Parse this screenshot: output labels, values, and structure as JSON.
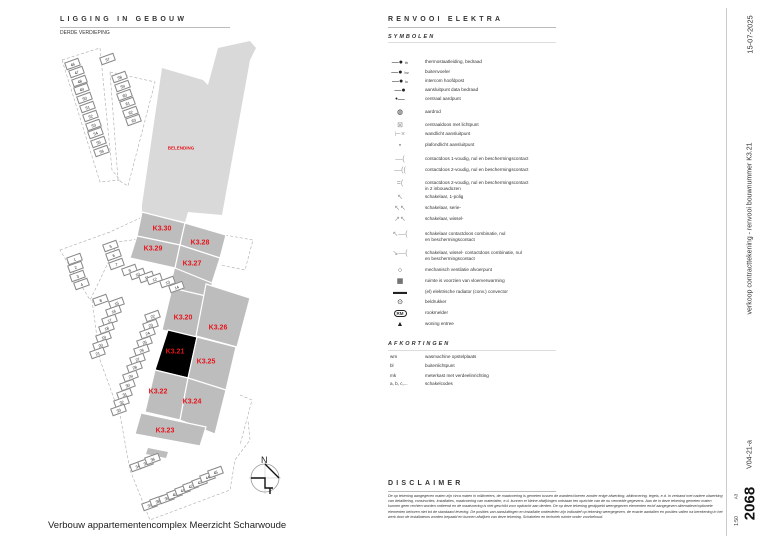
{
  "location": {
    "title": "LIGGING IN GEBOUW",
    "floor": "DERDE VERDIEPING",
    "surrounding_label": "BELENDING",
    "north_label": "N",
    "storage_labels": [
      "46",
      "47",
      "48",
      "49",
      "50",
      "51",
      "52",
      "53",
      "54",
      "55",
      "56",
      "57",
      "58",
      "59",
      "60",
      "61",
      "62",
      "63",
      "1",
      "2",
      "3",
      "4",
      "5",
      "6",
      "7",
      "9",
      "10",
      "11",
      "12",
      "13",
      "14",
      "8",
      "15",
      "16",
      "17",
      "18",
      "19",
      "20",
      "21",
      "22",
      "23",
      "24",
      "25",
      "26",
      "27",
      "28",
      "29",
      "30",
      "31",
      "32",
      "33",
      "34",
      "35",
      "36",
      "37",
      "38",
      "39",
      "40",
      "41",
      "42",
      "43",
      "44",
      "45"
    ],
    "units": [
      {
        "id": "K3.30",
        "highlight": false
      },
      {
        "id": "K3.29",
        "highlight": false
      },
      {
        "id": "K3.28",
        "highlight": false
      },
      {
        "id": "K3.27",
        "highlight": false
      },
      {
        "id": "K3.20",
        "highlight": false
      },
      {
        "id": "K3.26",
        "highlight": false
      },
      {
        "id": "K3.21",
        "highlight": true
      },
      {
        "id": "K3.25",
        "highlight": false
      },
      {
        "id": "K3.22",
        "highlight": false
      },
      {
        "id": "K3.24",
        "highlight": false
      },
      {
        "id": "K3.23",
        "highlight": false
      }
    ],
    "project_title": "Verbouw appartementencomplex Meerzicht Scharwoude"
  },
  "legend": {
    "title": "RENVOOI ELEKTRA",
    "symbols_title": "SYMBOLEN",
    "symbols": [
      {
        "icon": "thermostat-symbol",
        "code": "th",
        "label": "thermostaatleiding, bedraad"
      },
      {
        "icon": "outdoor-sensor-symbol",
        "code": "bv",
        "label": "buitenvoeler"
      },
      {
        "icon": "intercom-symbol",
        "code": "ic",
        "label": "intercom hoofdpost"
      },
      {
        "icon": "data-outlet-symbol",
        "code": "",
        "label": "aansluitpunt data bedraad"
      },
      {
        "icon": "ground-point-symbol",
        "code": "",
        "label": "centraal aardpunt"
      },
      {
        "icon": "ground-rod-symbol",
        "code": "",
        "label": "aardrod"
      },
      {
        "icon": "ceiling-light-symbol",
        "code": "",
        "label": "centraaldoos met lichtpunt"
      },
      {
        "icon": "wall-light-symbol",
        "code": "",
        "label": "wandlicht aansluitpunt"
      },
      {
        "icon": "ceiling-wall-light-symbol",
        "code": "",
        "label": "plafondlicht aansluitpunt"
      },
      {
        "icon": "socket-single-symbol",
        "code": "",
        "label": "contactdoos 1-voudig, nul en beschermingscontact"
      },
      {
        "icon": "socket-double-symbol",
        "code": "",
        "label": "contactdoos 2-voudig, nul en beschermingscontact"
      },
      {
        "icon": "socket-double-split-symbol",
        "code": "",
        "label": "contactdoos 2-voudig, nul en beschermingscontact\nin 2 inbouwdozen"
      },
      {
        "icon": "switch-single-symbol",
        "code": "",
        "label": "schakelaar, 1-polig"
      },
      {
        "icon": "switch-series-symbol",
        "code": "",
        "label": "schakelaar, serie-"
      },
      {
        "icon": "switch-change-symbol",
        "code": "",
        "label": "schakelaar, wissel-"
      },
      {
        "icon": "switch-socket-combo-symbol",
        "code": "",
        "label": "schakelaar contactdoos combinatie, nul\nen beschermingscontact"
      },
      {
        "icon": "change-switch-socket-combo-symbol",
        "code": "",
        "label": "schakelaar, wissel- contactdoos combinatie, nul\nen beschermingscontact"
      },
      {
        "icon": "ventilation-symbol",
        "code": "",
        "label": "mechanisch ventilatie afvoerpunt"
      },
      {
        "icon": "floor-heating-symbol",
        "code": "",
        "label": "ruimte is voorzien van vloerverwarming"
      },
      {
        "icon": "radiator-symbol",
        "code": "",
        "label": "(el) elektrische radiator (conv.) convector"
      },
      {
        "icon": "doorbell-symbol",
        "code": "",
        "label": "beldrukker"
      },
      {
        "icon": "smoke-detector-symbol",
        "code": "RM",
        "label": "rookmelder"
      },
      {
        "icon": "entrance-symbol",
        "code": "",
        "label": "woning entree"
      }
    ],
    "abbreviations_title": "AFKORTINGEN",
    "abbreviations": [
      {
        "key": "wm",
        "value": "wasmachine opstelplaats"
      },
      {
        "key": "bl",
        "value": "buitenlichtpunt"
      },
      {
        "key": "mk",
        "value": "meterkast met verdeelinrichting"
      },
      {
        "key": "a, b, c,...",
        "value": "schakelcodes"
      }
    ]
  },
  "disclaimer": {
    "title": "DISCLAIMER",
    "text": "De op tekening aangegeven maten zijn circa maten in millimeters, de maatvoering is gemeten tussen de wanden/vloeren zonder enige afwerking, afdimmering, tegels, e.d. In verband met nadere uitwerking van detaillering, constructies, installaties, maatvoering van materialen, e.d. kunnen er kleine afwijkingen ontstaan ten opzichte van de nu vermelde gegevens. Aan de in deze tekening gemeten maten kunnen geen rechten worden ontleend en de maatvoering is niet geschikt voor opdracht aan derden. De op deze tekening gestippeld weergegeven elementen en/of aangegeven alternatieve/optionele elementen behoren niet tot de standaard levering. De posities van aansluitingen en installatie onderdelen zijn indicatief op tekening weergegeven, de exacte aantallen en posities vallen na berekening in het werk door de installateurs worden bepaald en kunnen afwijken van deze tekening. Schakelen en techniek ruimte onder voorbehoud."
  },
  "title_block": {
    "date": "15-07-2025",
    "description": "verkoop contracttekening - renvooi bouwnummer K3.21",
    "revision": "V04-21-a",
    "paper": "A3",
    "drawing_number": "2068",
    "scale": "1:50"
  },
  "colors": {
    "unit_label": "#e8141c",
    "unit_fill": "#bdbdbd",
    "highlight_fill": "#000000",
    "surrounding_fill": "#d9d9d9"
  }
}
